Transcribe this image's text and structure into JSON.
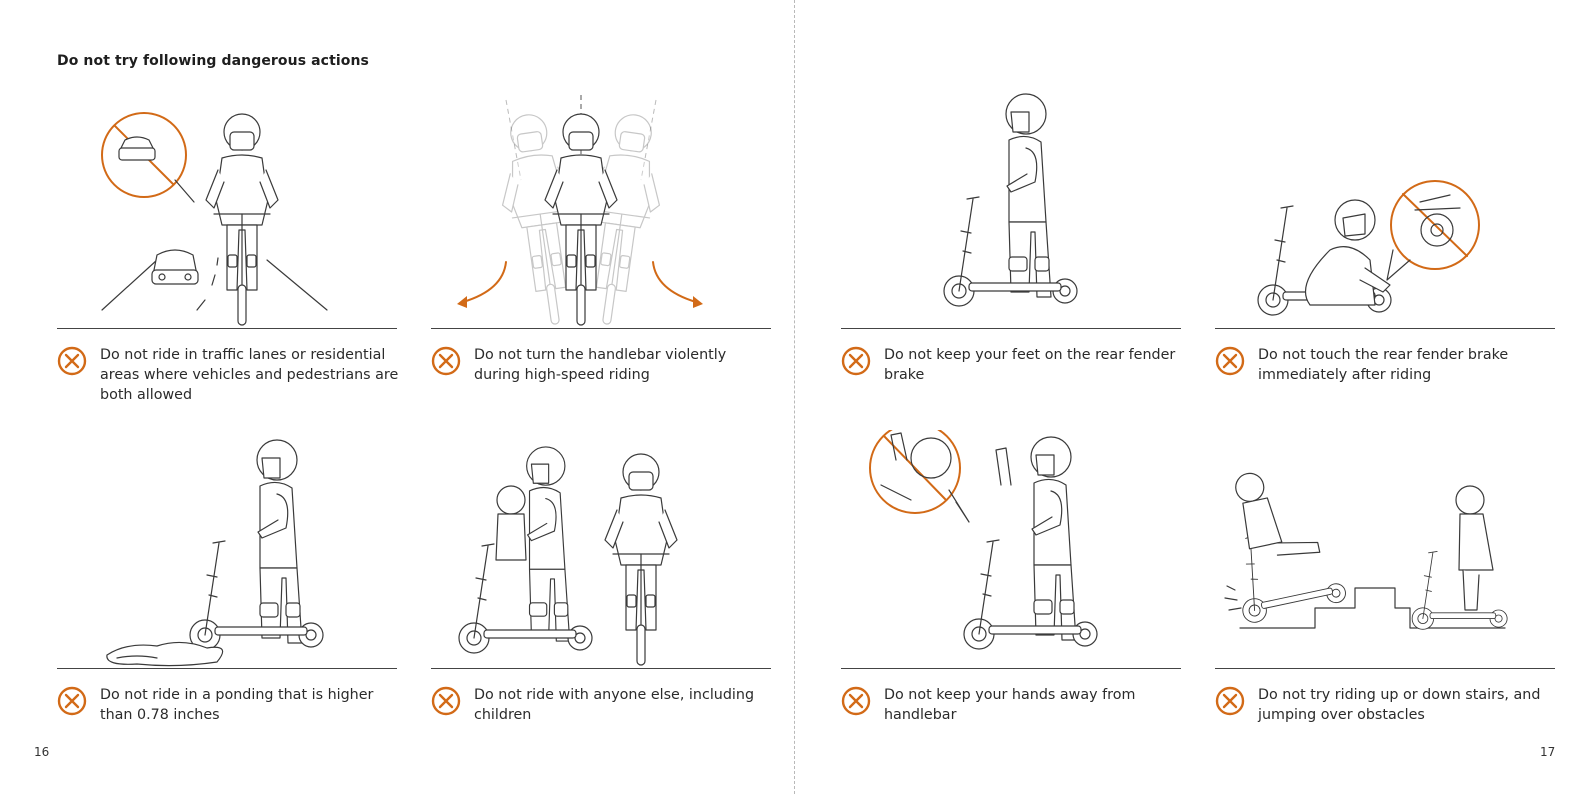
{
  "heading": "Do not try following dangerous actions",
  "page_left": "16",
  "page_right": "17",
  "icon": "prohibited-x-circle-icon",
  "accent": "#d26a17",
  "cells": [
    {
      "caption": "Do not ride in traffic lanes or residential areas where vehicles and pedestrians are both allowed"
    },
    {
      "caption": "Do not turn the handlebar violently during high-speed riding"
    },
    {
      "caption": "Do not keep your feet on the rear fender brake"
    },
    {
      "caption": "Do not touch the rear fender brake immediately after riding"
    },
    {
      "caption": "Do not ride in a ponding that is higher than 0.78 inches"
    },
    {
      "caption": "Do not ride with anyone else, including children"
    },
    {
      "caption": "Do not keep your hands away from handlebar"
    },
    {
      "caption": "Do not try riding up or down stairs, and jumping over obstacles"
    }
  ]
}
